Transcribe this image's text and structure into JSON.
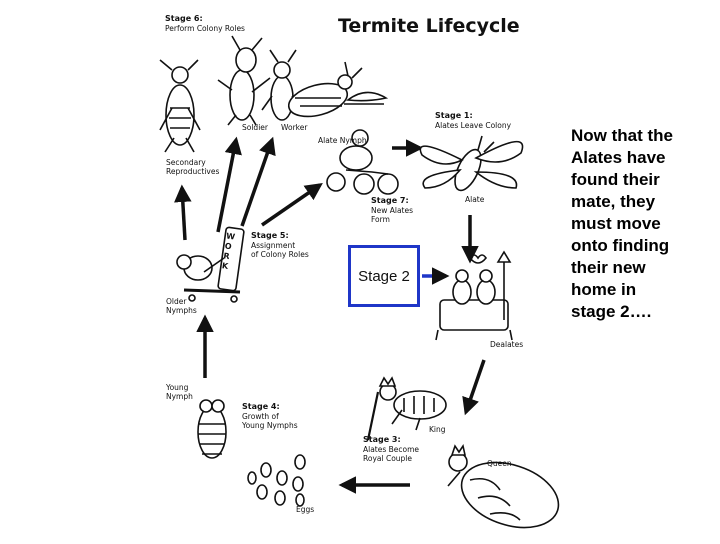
{
  "title": "Termite Lifecycle",
  "stages": {
    "s6": {
      "title": "Stage 6:",
      "desc": "Perform Colony Roles"
    },
    "s1": {
      "title": "Stage 1:",
      "desc": "Alates Leave Colony"
    },
    "s7": {
      "title": "Stage 7:",
      "desc": "New Alates\nForm"
    },
    "s5": {
      "title": "Stage 5:",
      "desc": "Assignment\nof Colony Roles"
    },
    "s4": {
      "title": "Stage 4:",
      "desc": "Growth of\nYoung Nymphs"
    },
    "s3": {
      "title": "Stage 3:",
      "desc": "Alates Become\nRoyal Couple"
    }
  },
  "labels": {
    "soldier": "Soldier",
    "worker": "Worker",
    "alate_nymph": "Alate Nymph",
    "alate": "Alate",
    "secondary": "Secondary\nReproductives",
    "older": "Older\nNymphs",
    "young": "Young\nNymph",
    "eggs": "Eggs",
    "king": "King",
    "queen": "Queen",
    "dealates": "Dealates",
    "work_sign": "WORK"
  },
  "highlight": "Stage 2",
  "side_text": [
    "Now that the",
    "Alates have",
    "found their",
    "mate, they",
    "must move",
    "onto finding",
    "their new",
    "home in",
    "stage 2…."
  ],
  "colors": {
    "highlight_border": "#1f36c8",
    "ink": "#111111"
  }
}
